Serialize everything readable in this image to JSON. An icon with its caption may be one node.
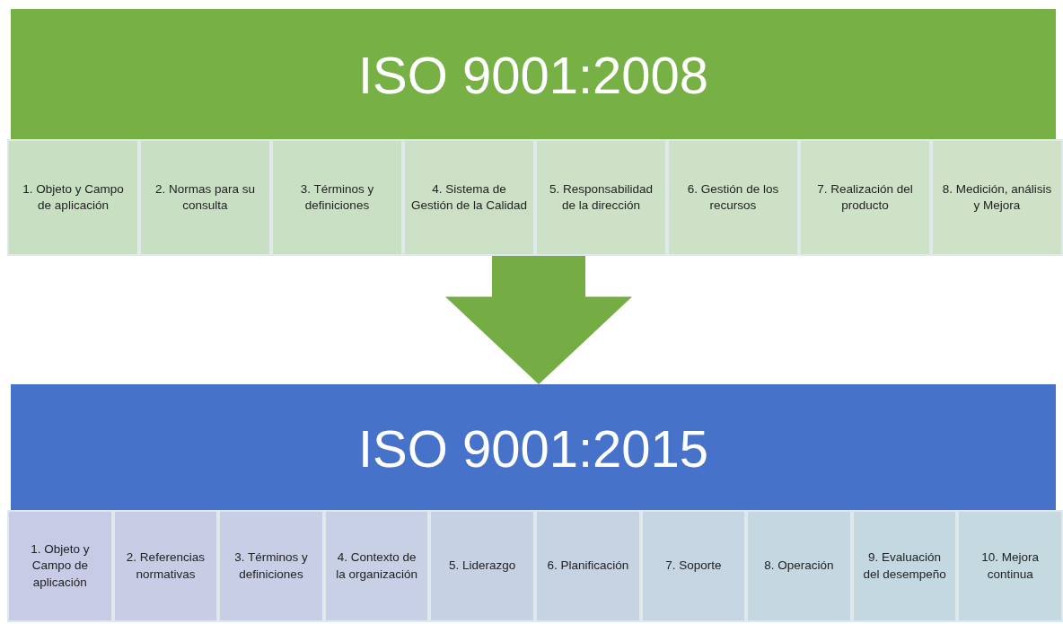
{
  "diagram": {
    "nodes": [
      {
        "text": [
          "ISO 9001:2008"
        ]
      },
      {
        "text": [
          "1. Objeto y Campo de aplicación"
        ]
      },
      {
        "text": [
          "2. Normas para su consulta"
        ]
      },
      {
        "text": [
          "3. Términos y definiciones"
        ]
      },
      {
        "text": [
          "4. Sistema de Gestión de la Calidad"
        ]
      },
      {
        "text": [
          "5. Responsabilidad de la dirección"
        ]
      },
      {
        "text": [
          "6. Gestión de los recursos"
        ]
      },
      {
        "text": [
          "7. Realización del producto"
        ]
      },
      {
        "text": [
          "8. Medición, análisis y Mejora"
        ]
      },
      {
        "text": [
          "ISO 9001:2015"
        ]
      },
      {
        "text": [
          "1. Objeto y Campo de aplicación"
        ]
      },
      {
        "text": [
          "2. Referencias normativas"
        ]
      },
      {
        "text": [
          "3. Términos y definiciones"
        ]
      },
      {
        "text": [
          "4. Contexto de la organización"
        ]
      },
      {
        "text": [
          "5. Liderazgo"
        ]
      },
      {
        "text": [
          "6. Planificación"
        ]
      },
      {
        "text": [
          "7. Soporte"
        ]
      },
      {
        "text": [
          "8. Operación"
        ]
      },
      {
        "text": [
          "9. Evaluación del desempeño"
        ]
      },
      {
        "text": [
          "10. Mejora continua"
        ]
      }
    ],
    "edges": [
      {
        "from": 0,
        "to": 9,
        "arrow": "to",
        "style": "thick",
        "color": "#75ad44"
      }
    ]
  }
}
